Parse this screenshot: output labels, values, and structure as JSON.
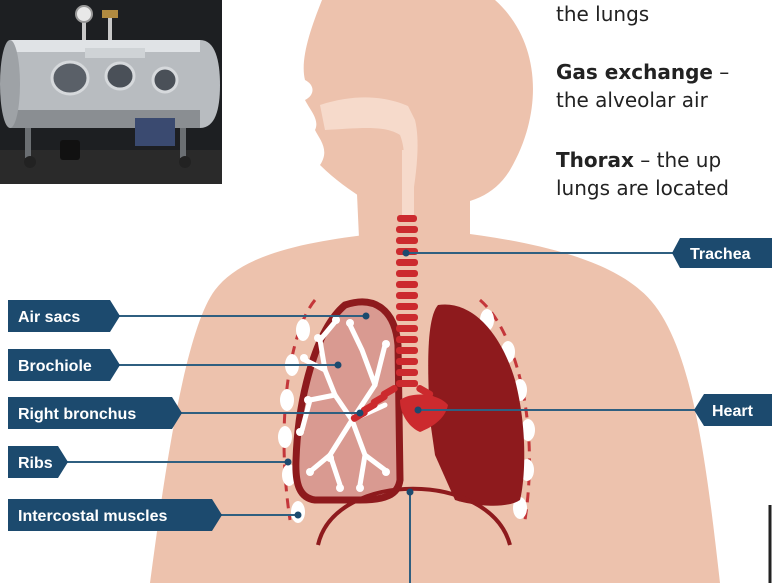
{
  "text_blocks": [
    {
      "term": "",
      "text": "the lungs"
    },
    {
      "term": "Gas exchange",
      "text": " –",
      "line2": "the alveolar air"
    },
    {
      "term": "Thorax",
      "text": " – the up",
      "line2": "lungs are located"
    }
  ],
  "labels": {
    "trachea": "Trachea",
    "air_sacs": "Air sacs",
    "brochiole": "Brochiole",
    "right_bronchus": "Right bronchus",
    "heart": "Heart",
    "ribs": "Ribs",
    "intercostal_muscles": "Intercostal muscles"
  },
  "colors": {
    "skin": "#edc2ad",
    "skin_light": "#f6dacb",
    "lung_dark": "#8e1a1d",
    "lung_pink": "#d99a91",
    "trachea_red": "#cc2a2e",
    "label_bg": "#1c4a6e",
    "leader": "#2f5f80"
  },
  "photo": {
    "subject": "iron-lung-machine"
  }
}
